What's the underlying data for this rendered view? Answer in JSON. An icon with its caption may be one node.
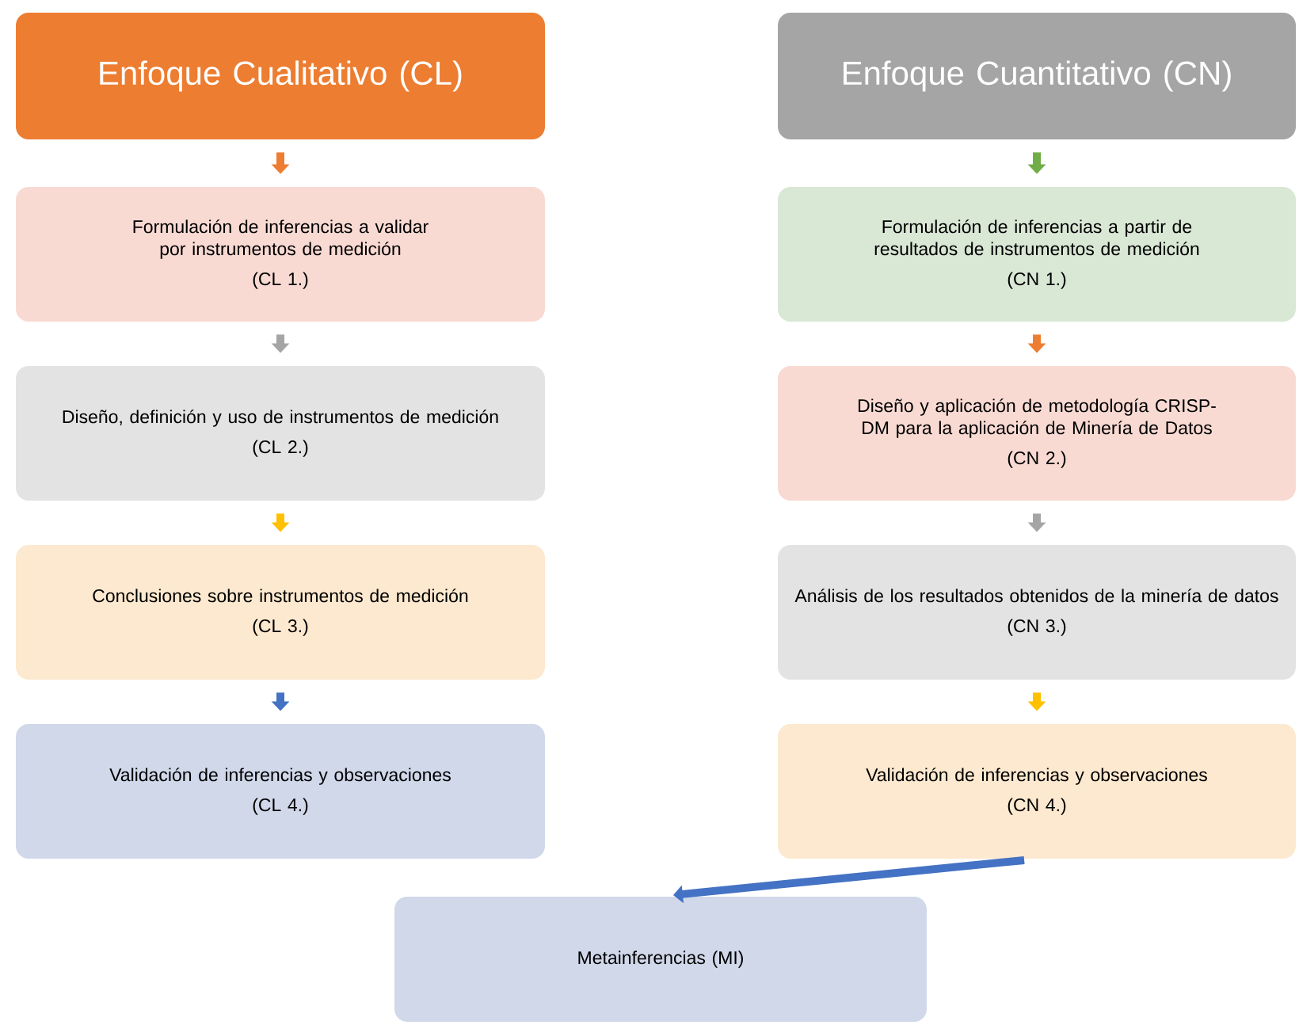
{
  "diagram": {
    "nodes": [
      {
        "text": [
          "Enfoque Cualitativo (CL)"
        ]
      },
      {
        "text": [
          "Formulación de inferencias a validar por instrumentos de medición",
          "(CL 1.)"
        ]
      },
      {
        "text": [
          "Diseño, definición y uso de instrumentos de medición",
          "(CL 2.)"
        ]
      },
      {
        "text": [
          "Conclusiones sobre instrumentos de medición",
          "(CL 3.)"
        ]
      },
      {
        "text": [
          "Validación de inferencias y observaciones",
          "(CL 4.)"
        ]
      },
      {
        "text": [
          "Enfoque Cuantitativo (CN)"
        ]
      },
      {
        "text": [
          "Formulación de inferencias a partir de resultados de instrumentos de medición",
          "(CN 1.)"
        ]
      },
      {
        "text": [
          "Diseño y aplicación de metodología CRISP-DM para la aplicación de Minería de Datos",
          "(CN 2.)"
        ]
      },
      {
        "text": [
          "Análisis de los resultados obtenidos de la minería de datos",
          "(CN 3.)"
        ]
      },
      {
        "text": [
          "Validación de inferencias y observaciones",
          "(CN 4.)"
        ]
      },
      {
        "text": [
          "Metainferencias (MI)"
        ]
      }
    ],
    "edges": [
      {
        "from": 0,
        "to": 1,
        "arrow": "to",
        "color": "#ed7d31"
      },
      {
        "from": 1,
        "to": 2,
        "arrow": "to",
        "color": "#a5a5a5"
      },
      {
        "from": 2,
        "to": 3,
        "arrow": "to",
        "color": "#ffc000"
      },
      {
        "from": 3,
        "to": 4,
        "arrow": "to",
        "color": "#4472c4"
      },
      {
        "from": 5,
        "to": 6,
        "arrow": "to",
        "color": "#70ad47"
      },
      {
        "from": 6,
        "to": 7,
        "arrow": "to",
        "color": "#ed7d31"
      },
      {
        "from": 7,
        "to": 8,
        "arrow": "to",
        "color": "#a5a5a5"
      },
      {
        "from": 8,
        "to": 9,
        "arrow": "to",
        "color": "#ffc000"
      },
      {
        "from": 9,
        "to": 10,
        "arrow": "to",
        "color": "#4472c4"
      }
    ]
  }
}
